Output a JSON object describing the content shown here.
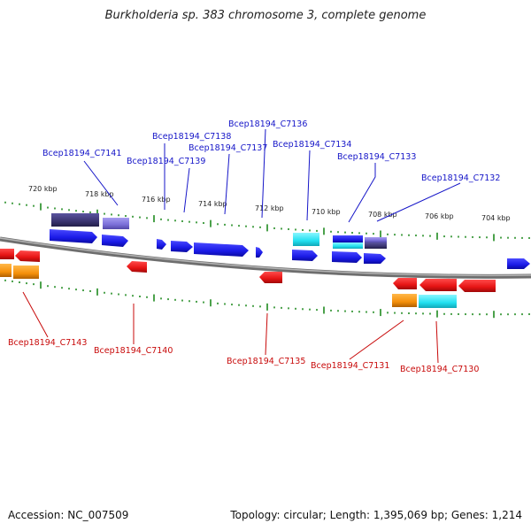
{
  "title": "Burkholderia sp. 383 chromosome 3, complete genome",
  "footer": {
    "accession": "Accession: NC_007509",
    "summary": "Topology: circular; Length: 1,395,069 bp; Genes: 1,214"
  },
  "scale_labels": [
    "720 kbp",
    "718 kbp",
    "716 kbp",
    "714 kbp",
    "712 kbp",
    "710 kbp",
    "708 kbp",
    "706 kbp",
    "704 kbp"
  ],
  "top_labels": [
    "Bcep18194_C7141",
    "Bcep18194_C7138",
    "Bcep18194_C7139",
    "Bcep18194_C7137",
    "Bcep18194_C7136",
    "Bcep18194_C7134",
    "Bcep18194_C7133",
    "Bcep18194_C7132"
  ],
  "bottom_labels": [
    "Bcep18194_C7143",
    "Bcep18194_C7140",
    "Bcep18194_C7135",
    "Bcep18194_C7131",
    "Bcep18194_C7130"
  ],
  "colors": {
    "forward_cds": "#1a1ae6",
    "reverse_cds": "#e61414",
    "cyan_feature": "#22e0f0",
    "orange_feature": "#f5900a",
    "dark_feature": "#3a3470",
    "light_feature": "#7a6fd8",
    "backbone": "#888888",
    "tick": "#1f8a1f"
  }
}
